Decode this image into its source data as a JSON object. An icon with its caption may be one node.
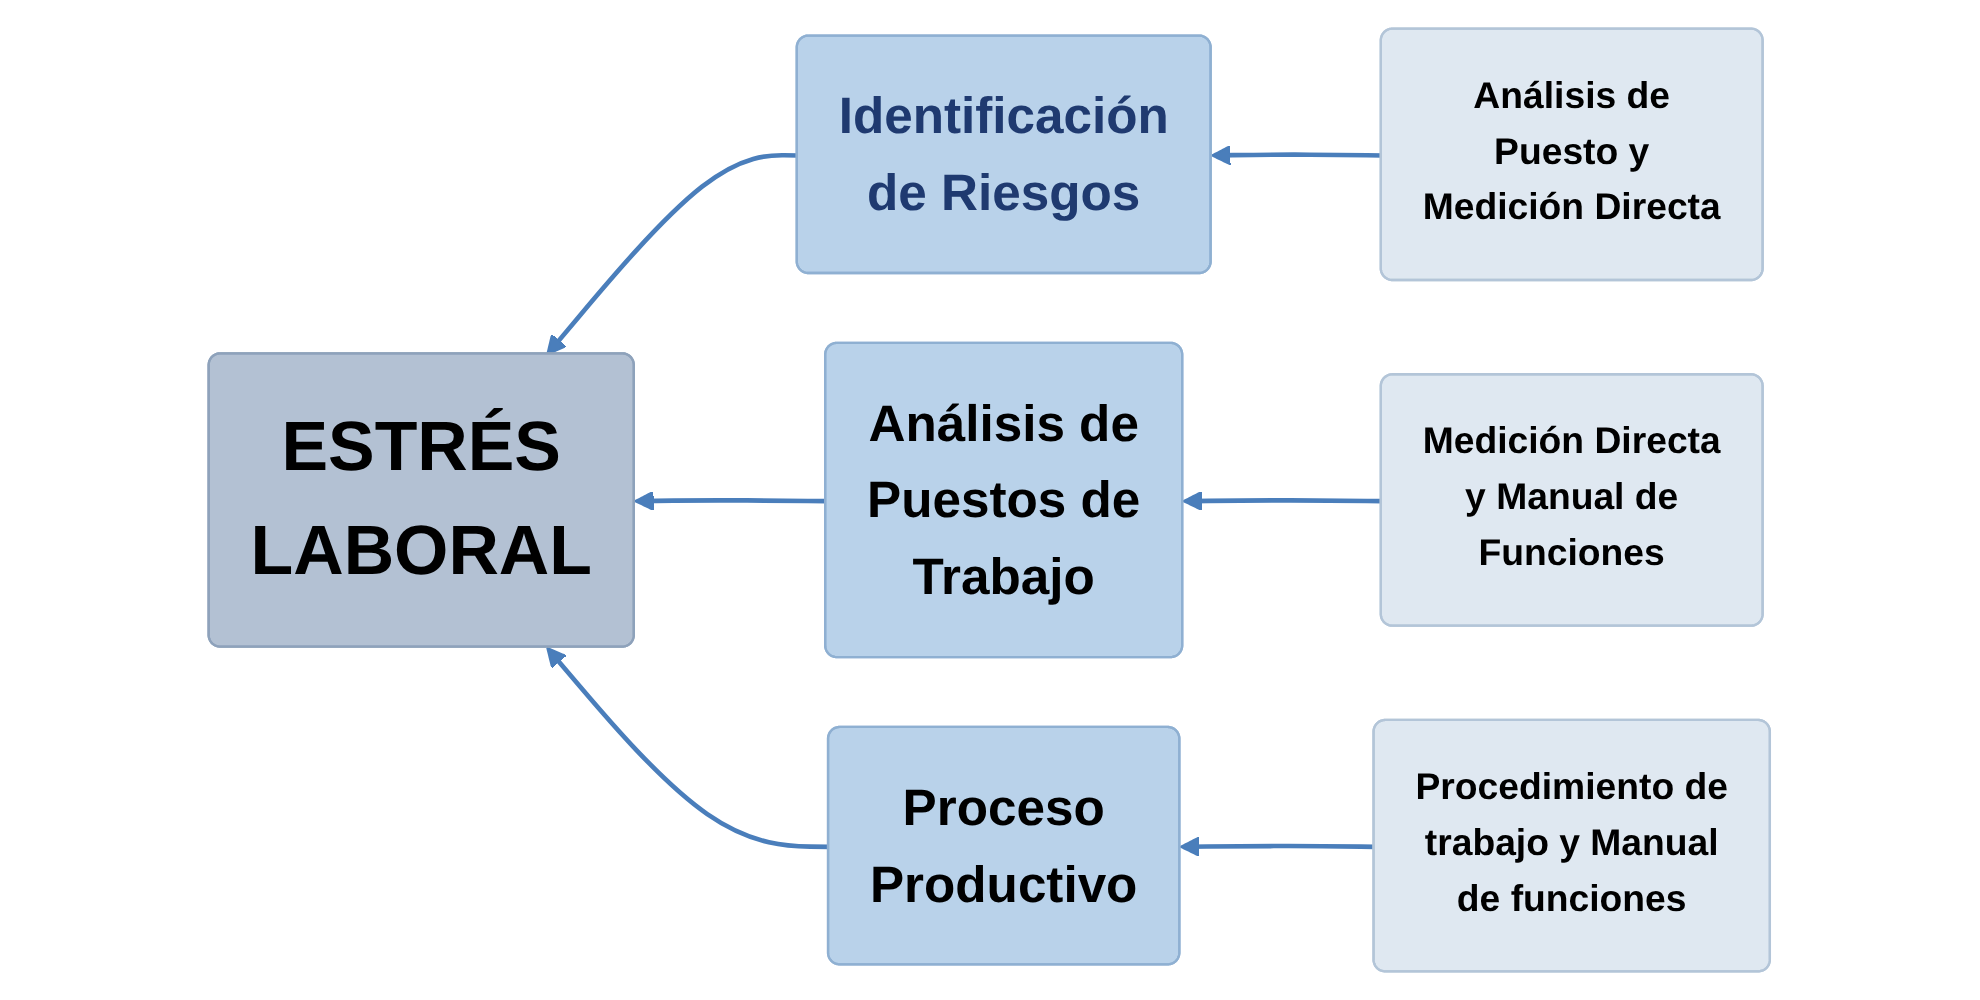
{
  "diagram": {
    "nodes": [
      {
        "text": [
          "ESTRÉS LABORAL"
        ]
      },
      {
        "text": [
          "Identificación de Riesgos"
        ]
      },
      {
        "text": [
          "Análisis de Puesto y Medición Directa"
        ]
      },
      {
        "text": [
          "Análisis de Puestos de Trabajo"
        ]
      },
      {
        "text": [
          "Medición Directa y Manual de Funciones"
        ]
      },
      {
        "text": [
          "Proceso Productivo"
        ]
      },
      {
        "text": [
          "Procedimiento de trabajo y Manual de funciones"
        ]
      }
    ],
    "edges": [
      {
        "from": 1,
        "to": 0,
        "arrow": "to"
      },
      {
        "from": 3,
        "to": 0,
        "arrow": "to"
      },
      {
        "from": 5,
        "to": 0,
        "arrow": "to"
      },
      {
        "from": 2,
        "to": 1,
        "arrow": "to"
      },
      {
        "from": 4,
        "to": 3,
        "arrow": "to"
      },
      {
        "from": 6,
        "to": 5,
        "arrow": "to"
      }
    ]
  }
}
